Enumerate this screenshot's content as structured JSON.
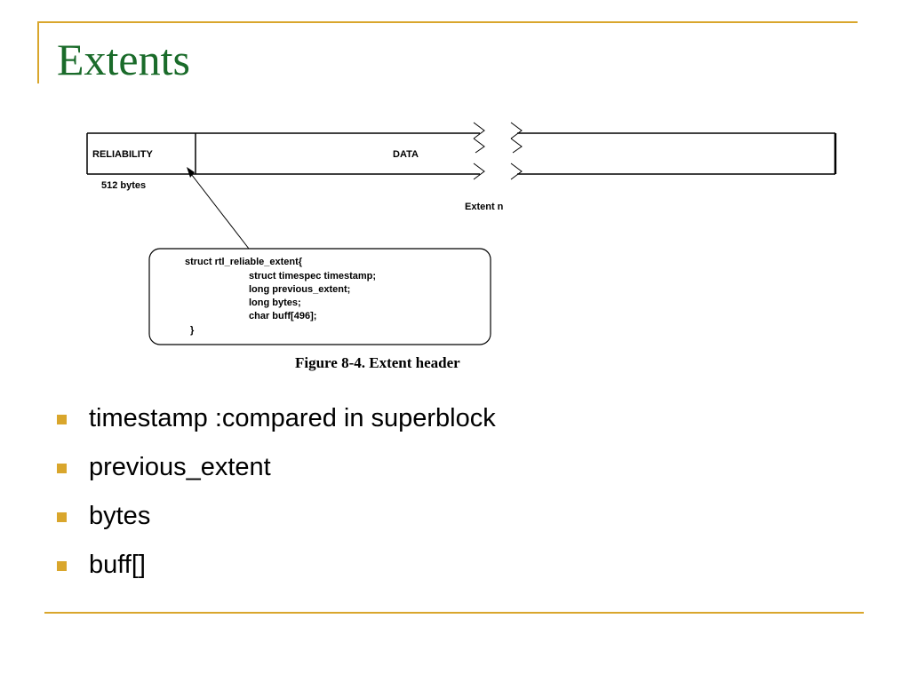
{
  "slide": {
    "title": "Extents",
    "accent_color": "#d9a62c",
    "title_color": "#1a6b2a"
  },
  "figure": {
    "reliability_label": "RELIABILITY",
    "data_label": "DATA",
    "size_label": "512 bytes",
    "extent_label": "Extent n",
    "code_lines": [
      "struct rtl_reliable_extent{",
      "struct timespec timestamp;",
      "long previous_extent;",
      "long bytes;",
      "char buff[496];",
      "}"
    ],
    "caption": "Figure 8-4. Extent header"
  },
  "bullets": [
    "timestamp :compared in superblock",
    "previous_extent",
    "bytes",
    "buff[]"
  ]
}
